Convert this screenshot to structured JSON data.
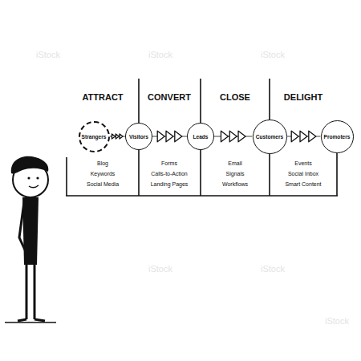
{
  "diagram": {
    "nodes": [
      {
        "text": [
          "Strangers"
        ]
      },
      {
        "text": [
          "Visitors"
        ]
      },
      {
        "text": [
          "Leads"
        ]
      },
      {
        "text": [
          "Customers"
        ]
      },
      {
        "text": [
          "Promoters"
        ]
      }
    ],
    "edges": [
      {
        "from": 0,
        "to": 1,
        "arrow": "to"
      },
      {
        "from": 1,
        "to": 2,
        "arrow": "to"
      },
      {
        "from": 2,
        "to": 3,
        "arrow": "to"
      },
      {
        "from": 3,
        "to": 4,
        "arrow": "to"
      }
    ],
    "labels": [
      "ATTRACT",
      "CONVERT",
      "CLOSE",
      "DELIGHT",
      "Blog",
      "Keywords",
      "Social Media",
      "Forms",
      "Calls-to-Action",
      "Landing Pages",
      "Email",
      "Signals",
      "Workflows",
      "Events",
      "Social Inbox",
      "Smart Content",
      "iStock",
      "iStock",
      "iStock",
      "iStock",
      "iStock",
      "iStock"
    ]
  }
}
